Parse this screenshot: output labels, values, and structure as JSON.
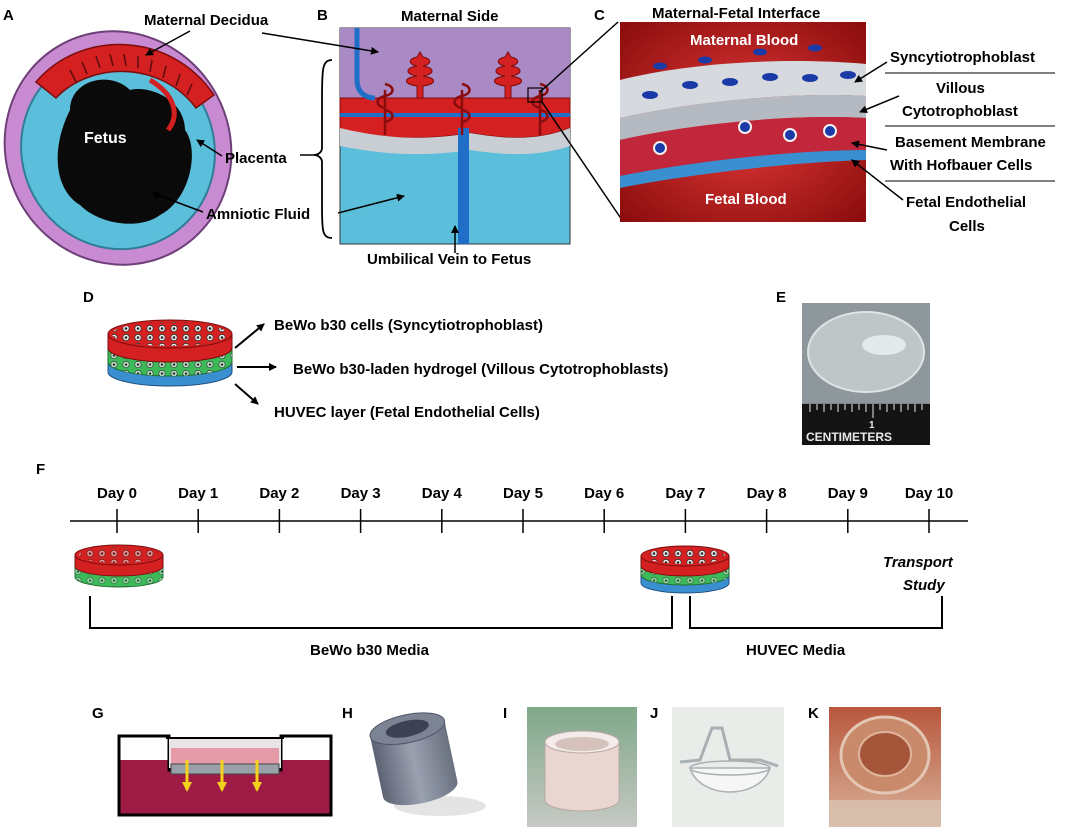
{
  "panels": {
    "A": "A",
    "B": "B",
    "C": "C",
    "D": "D",
    "E": "E",
    "F": "F",
    "G": "G",
    "H": "H",
    "I": "I",
    "J": "J",
    "K": "K"
  },
  "panel_a": {
    "maternal_decidua": "Maternal Decidua",
    "fetus": "Fetus",
    "placenta": "Placenta",
    "amniotic_fluid": "Amniotic Fluid"
  },
  "panel_b": {
    "maternal_side": "Maternal Side",
    "umbilical_vein": "Umbilical Vein to Fetus"
  },
  "panel_c": {
    "title": "Maternal-Fetal Interface",
    "maternal_blood": "Maternal Blood",
    "fetal_blood": "Fetal Blood",
    "syncytiotrophoblast": "Syncytiotrophoblast",
    "villous_line1": "Villous",
    "villous_line2": "Cytotrophoblast",
    "basement_line1": "Basement Membrane",
    "basement_line2": "With Hofbauer Cells",
    "fetal_endo_line1": "Fetal Endothelial",
    "fetal_endo_line2": "Cells"
  },
  "panel_d": {
    "layer_1": "BeWo b30 cells (Syncytiotrophoblast)",
    "layer_2": "BeWo b30-laden hydrogel (Villous Cytotrophoblasts)",
    "layer_3": "HUVEC layer (Fetal Endothelial Cells)"
  },
  "panel_e": {
    "ruler_number": "1",
    "ruler_unit": "CENTIMETERS"
  },
  "timeline": {
    "days": [
      "Day 0",
      "Day 1",
      "Day 2",
      "Day 3",
      "Day 4",
      "Day 5",
      "Day 6",
      "Day 7",
      "Day 8",
      "Day 9",
      "Day 10"
    ],
    "transport_line1": "Transport",
    "transport_line2": "Study",
    "media_1": "BeWo b30 Media",
    "media_2": "HUVEC Media"
  },
  "colors": {
    "placenta_red": "#d42020",
    "amniotic_blue": "#5bbfdc",
    "uterus_purple": "#c88ad0",
    "maternal_side_lavender": "#a98ac4",
    "hydrogel_green": "#3cba5a",
    "huvec_blue": "#3a8fd0",
    "vessel_blue": "#1f6fc9",
    "tissue_gray": "#c9ced4",
    "media_crimson": "#9e1b45",
    "arrow_yellow": "#f2d21c"
  }
}
